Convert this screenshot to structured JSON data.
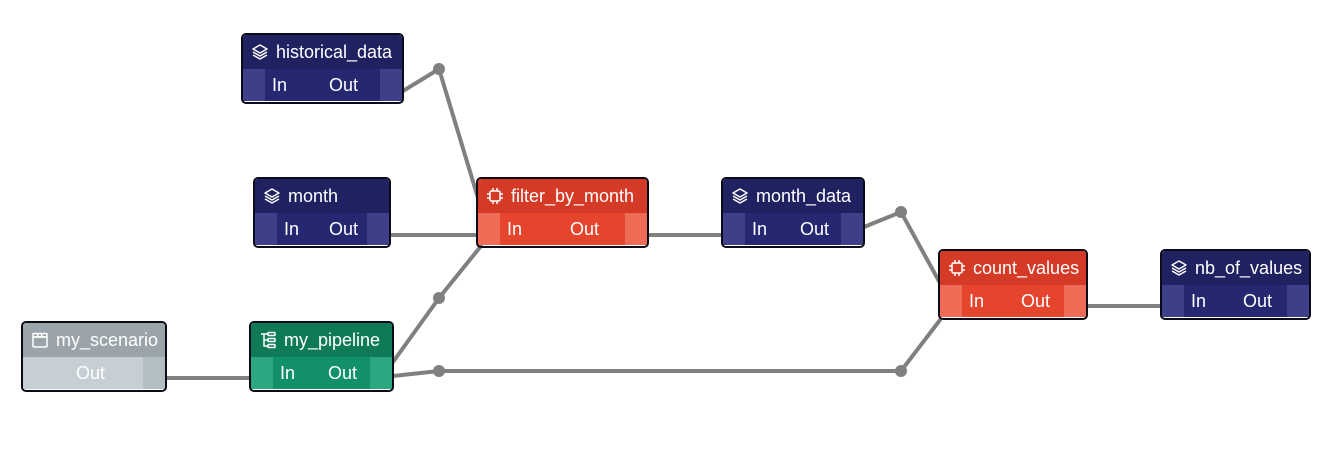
{
  "colors": {
    "datanode": "#1f2161",
    "task": "#d43a26",
    "pipeline": "#0e7a58",
    "scenario": "#9aa4aa",
    "link": "#808080"
  },
  "nodes": {
    "historical_data": {
      "label": "historical_data",
      "icon": "layers-icon",
      "in": "In",
      "out": "Out"
    },
    "month": {
      "label": "month",
      "icon": "layers-icon",
      "in": "In",
      "out": "Out"
    },
    "filter_by_month": {
      "label": "filter_by_month",
      "icon": "chip-icon",
      "in": "In",
      "out": "Out"
    },
    "month_data": {
      "label": "month_data",
      "icon": "layers-icon",
      "in": "In",
      "out": "Out"
    },
    "count_values": {
      "label": "count_values",
      "icon": "chip-icon",
      "in": "In",
      "out": "Out"
    },
    "nb_of_values": {
      "label": "nb_of_values",
      "icon": "layers-icon",
      "in": "In",
      "out": "Out"
    },
    "my_scenario": {
      "label": "my_scenario",
      "icon": "clapperboard-icon",
      "out": "Out"
    },
    "my_pipeline": {
      "label": "my_pipeline",
      "icon": "pipeline-icon",
      "in": "In",
      "out": "Out"
    }
  }
}
